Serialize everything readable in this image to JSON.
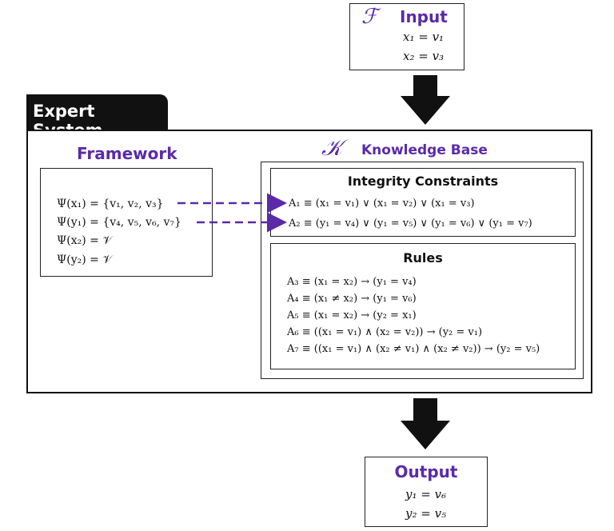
{
  "input": {
    "icon_letter": "ℱ",
    "title": "Input",
    "lines": [
      "x₁ = v₁",
      "x₂ = v₃"
    ]
  },
  "expert_system": {
    "label": "Expert System"
  },
  "framework": {
    "title": "Framework",
    "lines": [
      "Ψ(x₁) = {v₁, v₂, v₃}",
      "Ψ(y₁) = {v₄, v₅, v₆, v₇}",
      "Ψ(x₂) = 𝒱",
      "Ψ(y₂) = 𝒱"
    ]
  },
  "knowledge_base": {
    "icon_letter": "𝒦",
    "title": "Knowledge Base",
    "integrity": {
      "title": "Integrity Constraints",
      "lines": [
        "A₁ ≡ (x₁ = v₁) ∨ (x₁ = v₂) ∨ (x₁ = v₃)",
        "A₂ ≡ (y₁ = v₄) ∨ (y₁ = v₅) ∨ (y₁ = v₆) ∨ (y₁ = v₇)"
      ]
    },
    "rules": {
      "title": "Rules",
      "lines": [
        "A₃ ≡ (x₁ = x₂) → (y₁ = v₄)",
        "A₄ ≡ (x₁ ≠ x₂) → (y₁ = v₆)",
        "A₅ ≡ (x₁ = x₂) → (y₂ = x₁)",
        "A₆ ≡ ((x₁ = v₁) ∧ (x₂ = v₂)) → (y₂ = v₁)",
        "A₇ ≡ ((x₁ = v₁) ∧ (x₂ ≠ v₁) ∧ (x₂ ≠ v₂)) → (y₂ = v₅)"
      ]
    }
  },
  "output": {
    "title": "Output",
    "lines": [
      "y₁ = v₆",
      "y₂ = v₅"
    ]
  },
  "colors": {
    "accent": "#5b2aa8",
    "dark": "#111111"
  }
}
